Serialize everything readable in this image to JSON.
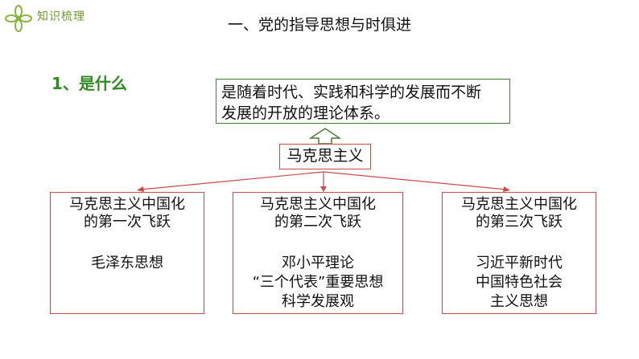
{
  "header": {
    "logo_text": "知识梳理",
    "title": "一、党的指导思想与时俱进"
  },
  "section": {
    "heading": "1、是什么"
  },
  "definition": {
    "line1": "是随着时代、实践和科学的发展而不断",
    "line2": "发展的开放的理论体系。"
  },
  "root": {
    "label": "马克思主义"
  },
  "leaps": [
    {
      "line1": "马克思主义中国化",
      "line2": "的第一次飞跃",
      "theories": [
        "毛泽东思想"
      ]
    },
    {
      "line1": "马克思主义中国化",
      "line2": "的第二次飞跃",
      "theories": [
        "邓小平理论",
        "“三个代表”重要思想",
        "科学发展观"
      ]
    },
    {
      "line1": "马克思主义中国化",
      "line2": "的第三次飞跃",
      "theories": [
        "习近平新时代",
        "中国特色社会",
        "主义思想"
      ]
    }
  ],
  "colors": {
    "accent_green": "#2f8a1f",
    "logo_green": "#6f9a2e",
    "box_red": "#c74c4c",
    "box_green": "#4a7a3a"
  }
}
